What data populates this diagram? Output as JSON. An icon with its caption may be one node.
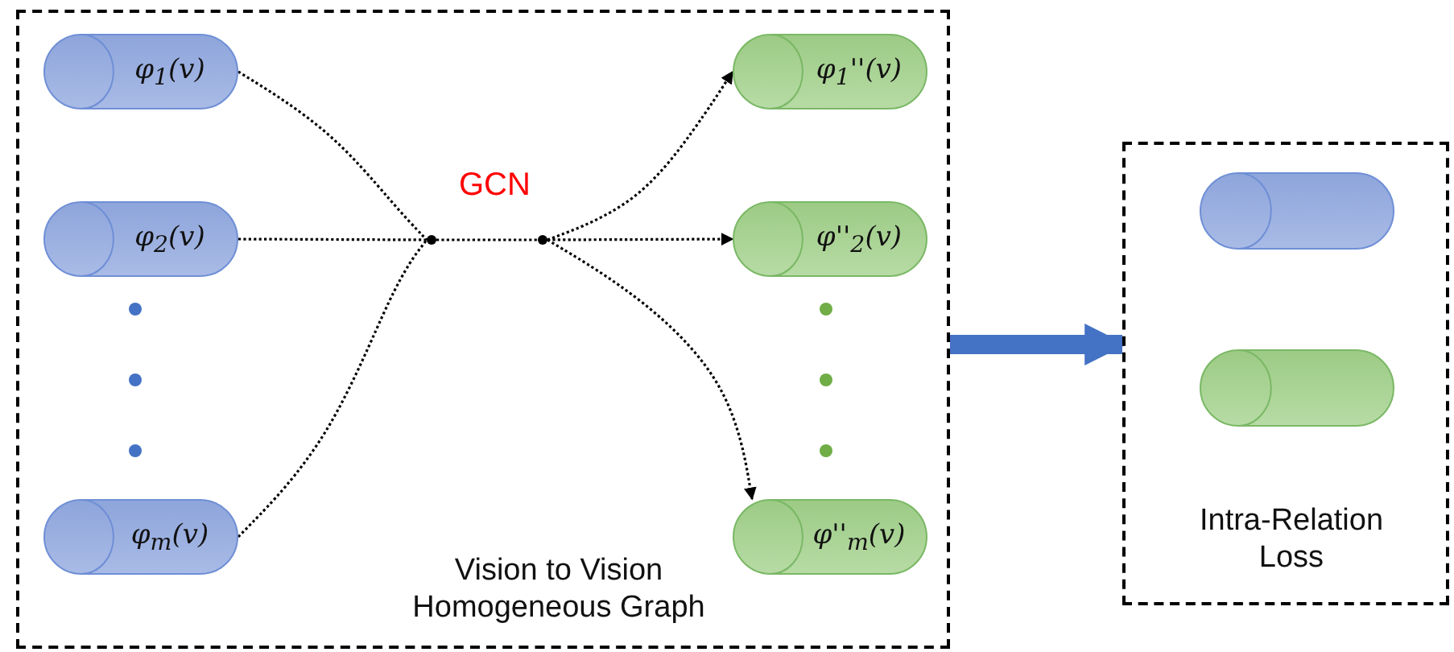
{
  "diagram": {
    "nodes": [
      {
        "text": [
          "Vision to Vision Homogeneous Graph"
        ]
      },
      {
        "text": [
          "φ$_{1}$(v)"
        ],
        "in": 0
      },
      {
        "text": [
          "φ$_{2}$(v)"
        ],
        "in": 0
      },
      {
        "text": [
          "φ$_{m}$(v)"
        ],
        "in": 0
      },
      {
        "text": [],
        "shape": "circle",
        "in": 0
      },
      {
        "text": [],
        "shape": "circle",
        "in": 0
      },
      {
        "text": [
          "φ$_{1}$''(v)"
        ],
        "in": 0
      },
      {
        "text": [
          "φ''$_{2}$(v)"
        ],
        "in": 0
      },
      {
        "text": [
          "φ''$_{m}$(v)"
        ],
        "in": 0
      },
      {
        "text": [
          "Intra-Relation Loss"
        ]
      },
      {
        "text": [],
        "shape": "cylinder",
        "in": 9
      },
      {
        "text": [],
        "shape": "cylinder",
        "in": 9
      }
    ],
    "edges": [
      {
        "from": 1,
        "to": 4,
        "arrow": "none",
        "style": "dashed"
      },
      {
        "from": 2,
        "to": 4,
        "arrow": "none",
        "style": "dashed"
      },
      {
        "from": 3,
        "to": 4,
        "arrow": "none",
        "style": "dashed"
      },
      {
        "from": 4,
        "to": 5,
        "arrow": "none",
        "label": "GCN",
        "style": "dashed"
      },
      {
        "from": 5,
        "to": 6,
        "arrow": "to",
        "style": "dashed"
      },
      {
        "from": 5,
        "to": 7,
        "arrow": "to",
        "style": "dashed"
      },
      {
        "from": 5,
        "to": 8,
        "arrow": "to",
        "style": "dashed"
      },
      {
        "from": 0,
        "to": 9,
        "arrow": "to",
        "style": "thick",
        "color": "#4472c4"
      }
    ]
  }
}
